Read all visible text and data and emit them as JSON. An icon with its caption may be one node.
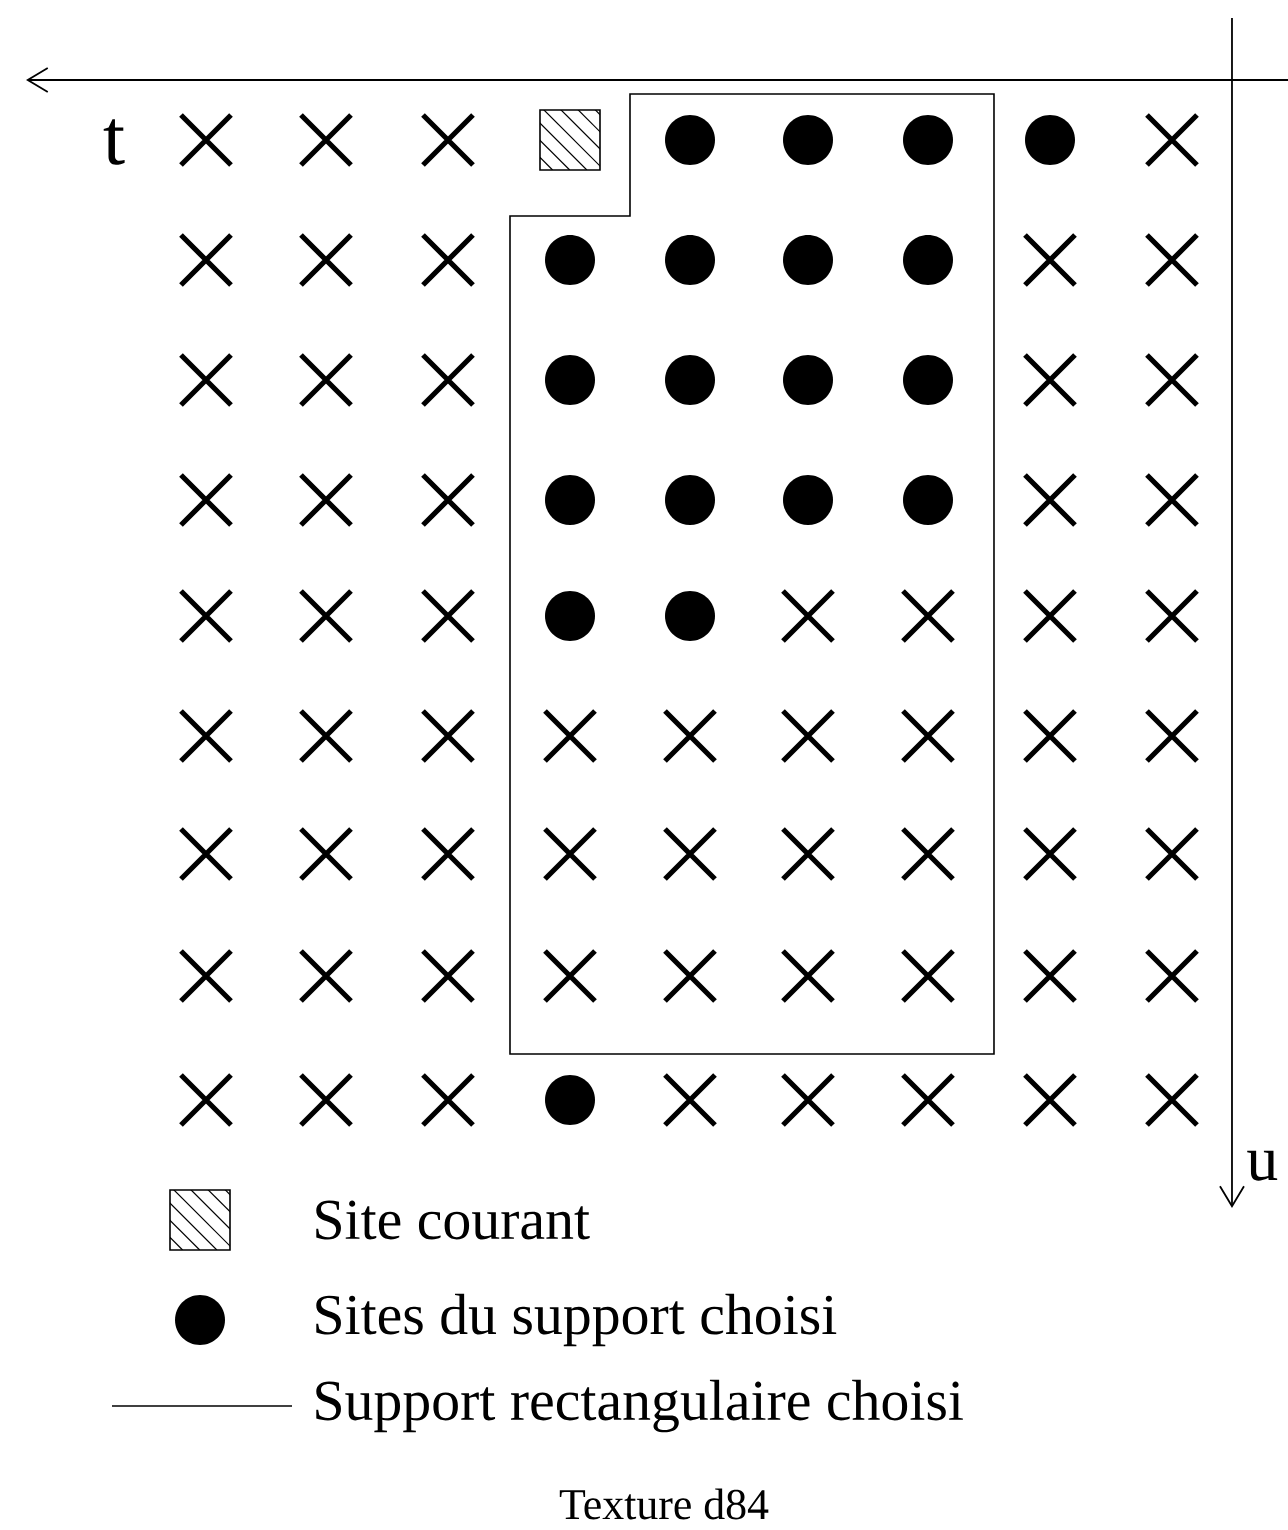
{
  "diagram": {
    "caption": "Texture d84",
    "labels": [
      "t",
      "u"
    ],
    "legend": [
      {
        "text": "Site courant"
      },
      {
        "text": "Sites du support choisi"
      },
      {
        "text": "Support rectangulaire choisi"
      }
    ]
  }
}
